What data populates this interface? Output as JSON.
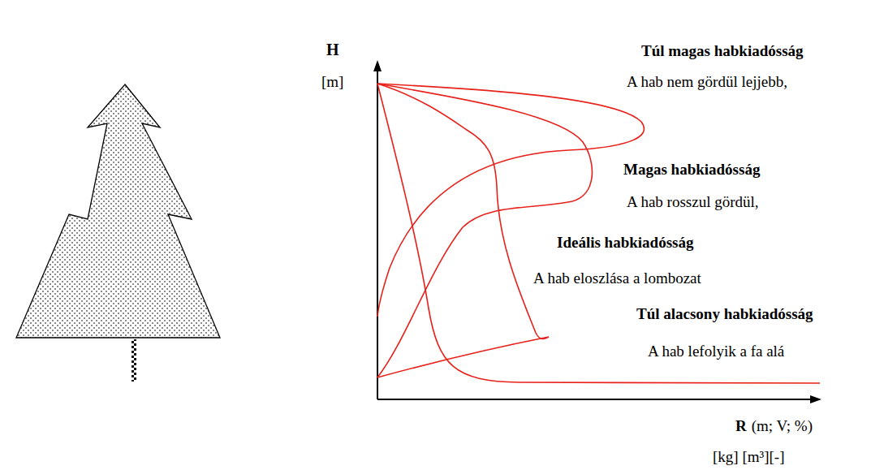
{
  "diagram": {
    "labels": [
      "H",
      "[m]",
      "Túl magas habkiadósság",
      "A hab nem gördül lejjebb,",
      "Magas habkiadósság",
      "A hab rosszul gördül,",
      "Ideális habkiadósság",
      "A hab eloszlása a lombozat",
      "Túl alacsony habkiadósság",
      "A hab lefolyik a fa alá",
      "R",
      "(m; V; %)",
      "[kg] [m³][-]"
    ]
  }
}
